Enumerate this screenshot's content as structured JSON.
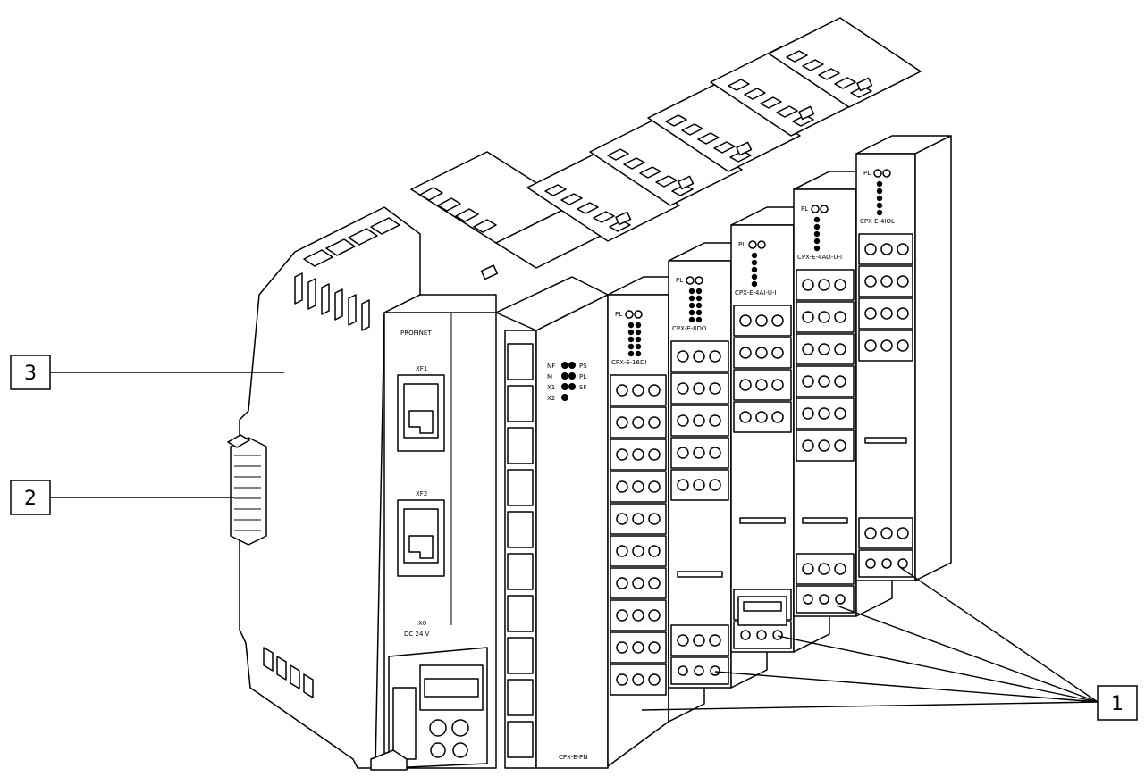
{
  "diagram": {
    "callouts": [
      {
        "id": "callout-3",
        "label": "3"
      },
      {
        "id": "callout-2",
        "label": "2"
      },
      {
        "id": "callout-1",
        "label": "1"
      }
    ],
    "module_text": {
      "head_top": "PROFINET",
      "port1": "XF1",
      "port2": "XF2",
      "power_port": "X0",
      "power_spec": "DC 24 V",
      "head_model": "CPX-E-PN",
      "led_labels": [
        "NF",
        "M",
        "X1",
        "X2"
      ],
      "led_labels_right": [
        "PS",
        "PL",
        "SF"
      ],
      "io_labels": [
        "PL"
      ],
      "io_models": [
        "CPX-E-16DI",
        "CPX-E-8DO",
        "CPX-E-4AI-U-I",
        "CPX-E-4AO-U-I",
        "CPX-E-4IOL"
      ]
    }
  }
}
